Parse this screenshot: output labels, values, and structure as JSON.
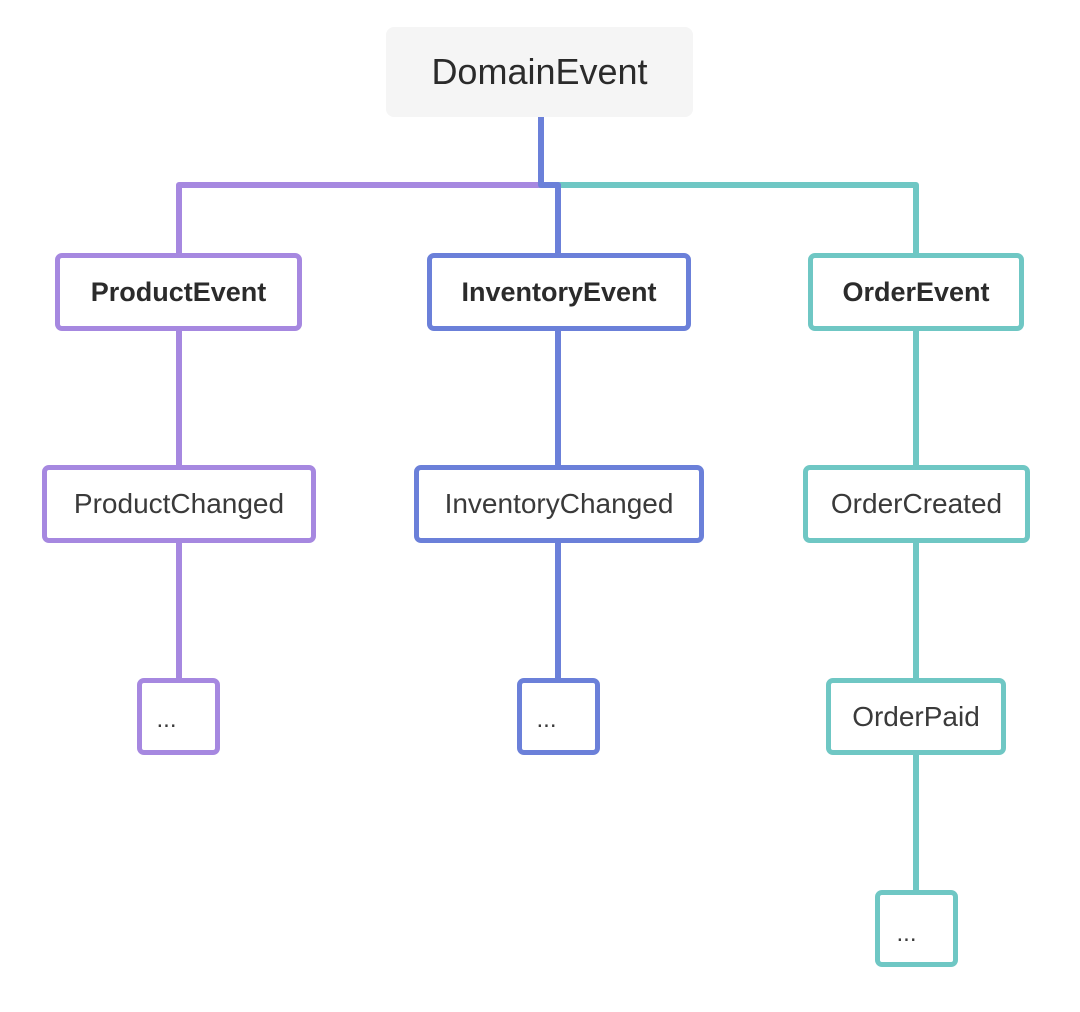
{
  "colors": {
    "root_fill": "#f5f5f5",
    "product_branch": "#a688e0",
    "inventory_branch": "#6b80d9",
    "order_branch": "#6fc7c4",
    "text": "#2b2b2b"
  },
  "root": {
    "label": "DomainEvent"
  },
  "branches": [
    {
      "label": "ProductEvent",
      "children": [
        {
          "label": "ProductChanged"
        },
        {
          "label": "..."
        }
      ]
    },
    {
      "label": "InventoryEvent",
      "children": [
        {
          "label": "InventoryChanged"
        },
        {
          "label": "..."
        }
      ]
    },
    {
      "label": "OrderEvent",
      "children": [
        {
          "label": "OrderCreated"
        },
        {
          "label": "OrderPaid"
        },
        {
          "label": "..."
        }
      ]
    }
  ]
}
